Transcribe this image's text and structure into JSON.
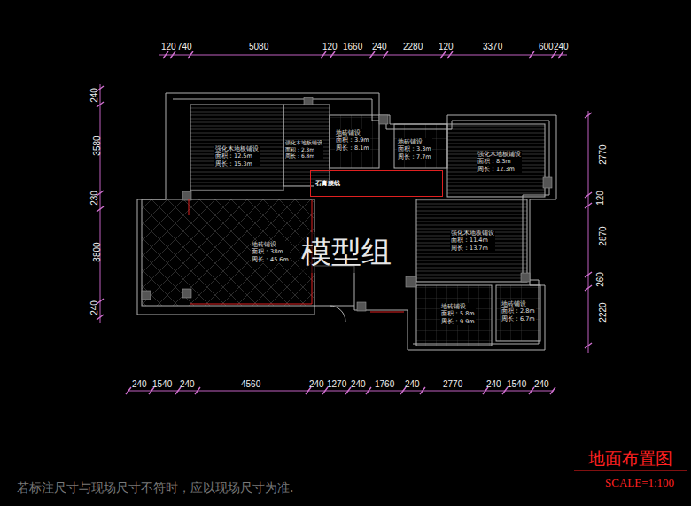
{
  "diagram": {
    "title": "地面布置图",
    "caption": "SCALE=1:100",
    "nodes": [
      {
        "text": [
          "强化木地板铺设",
          "面积：12.5m",
          "周长：15.3m"
        ]
      },
      {
        "text": [
          "强化木地板铺设",
          "面积：2.3m",
          "周长：6.8m"
        ]
      },
      {
        "text": [
          "地砖铺设",
          "面积：3.9m",
          "周长：8.1m"
        ]
      },
      {
        "text": [
          "地砖铺设",
          "面积：3.3m",
          "周长：7.7m"
        ]
      },
      {
        "text": [
          "强化木地板铺设",
          "面积：8.3m",
          "周长：12.3m"
        ]
      },
      {
        "text": [
          "石膏腰线"
        ]
      },
      {
        "text": [
          "地砖铺设",
          "面积：38m",
          "周长：45.6m"
        ]
      },
      {
        "text": [
          "强化木地板铺设",
          "面积：11.4m",
          "周长：13.7m"
        ]
      },
      {
        "text": [
          "地砖铺设",
          "面积：5.8m",
          "周长：9.9m"
        ]
      },
      {
        "text": [
          "地砖铺设",
          "面积：2.8m",
          "周长：6.7m"
        ]
      }
    ],
    "labels": [
      "120",
      "740",
      "5080",
      "120",
      "1660",
      "240",
      "2280",
      "120",
      "3370",
      "600",
      "240",
      "240",
      "3580",
      "230",
      "3800",
      "240",
      "2770",
      "120",
      "2870",
      "260",
      "2220",
      "240",
      "1540",
      "240",
      "4560",
      "240",
      "1270",
      "240",
      "1760",
      "240",
      "2770",
      "240",
      "1540",
      "240",
      "模型组",
      "若标注尺寸与现场尺寸不符时，应以现场尺寸为准."
    ]
  }
}
